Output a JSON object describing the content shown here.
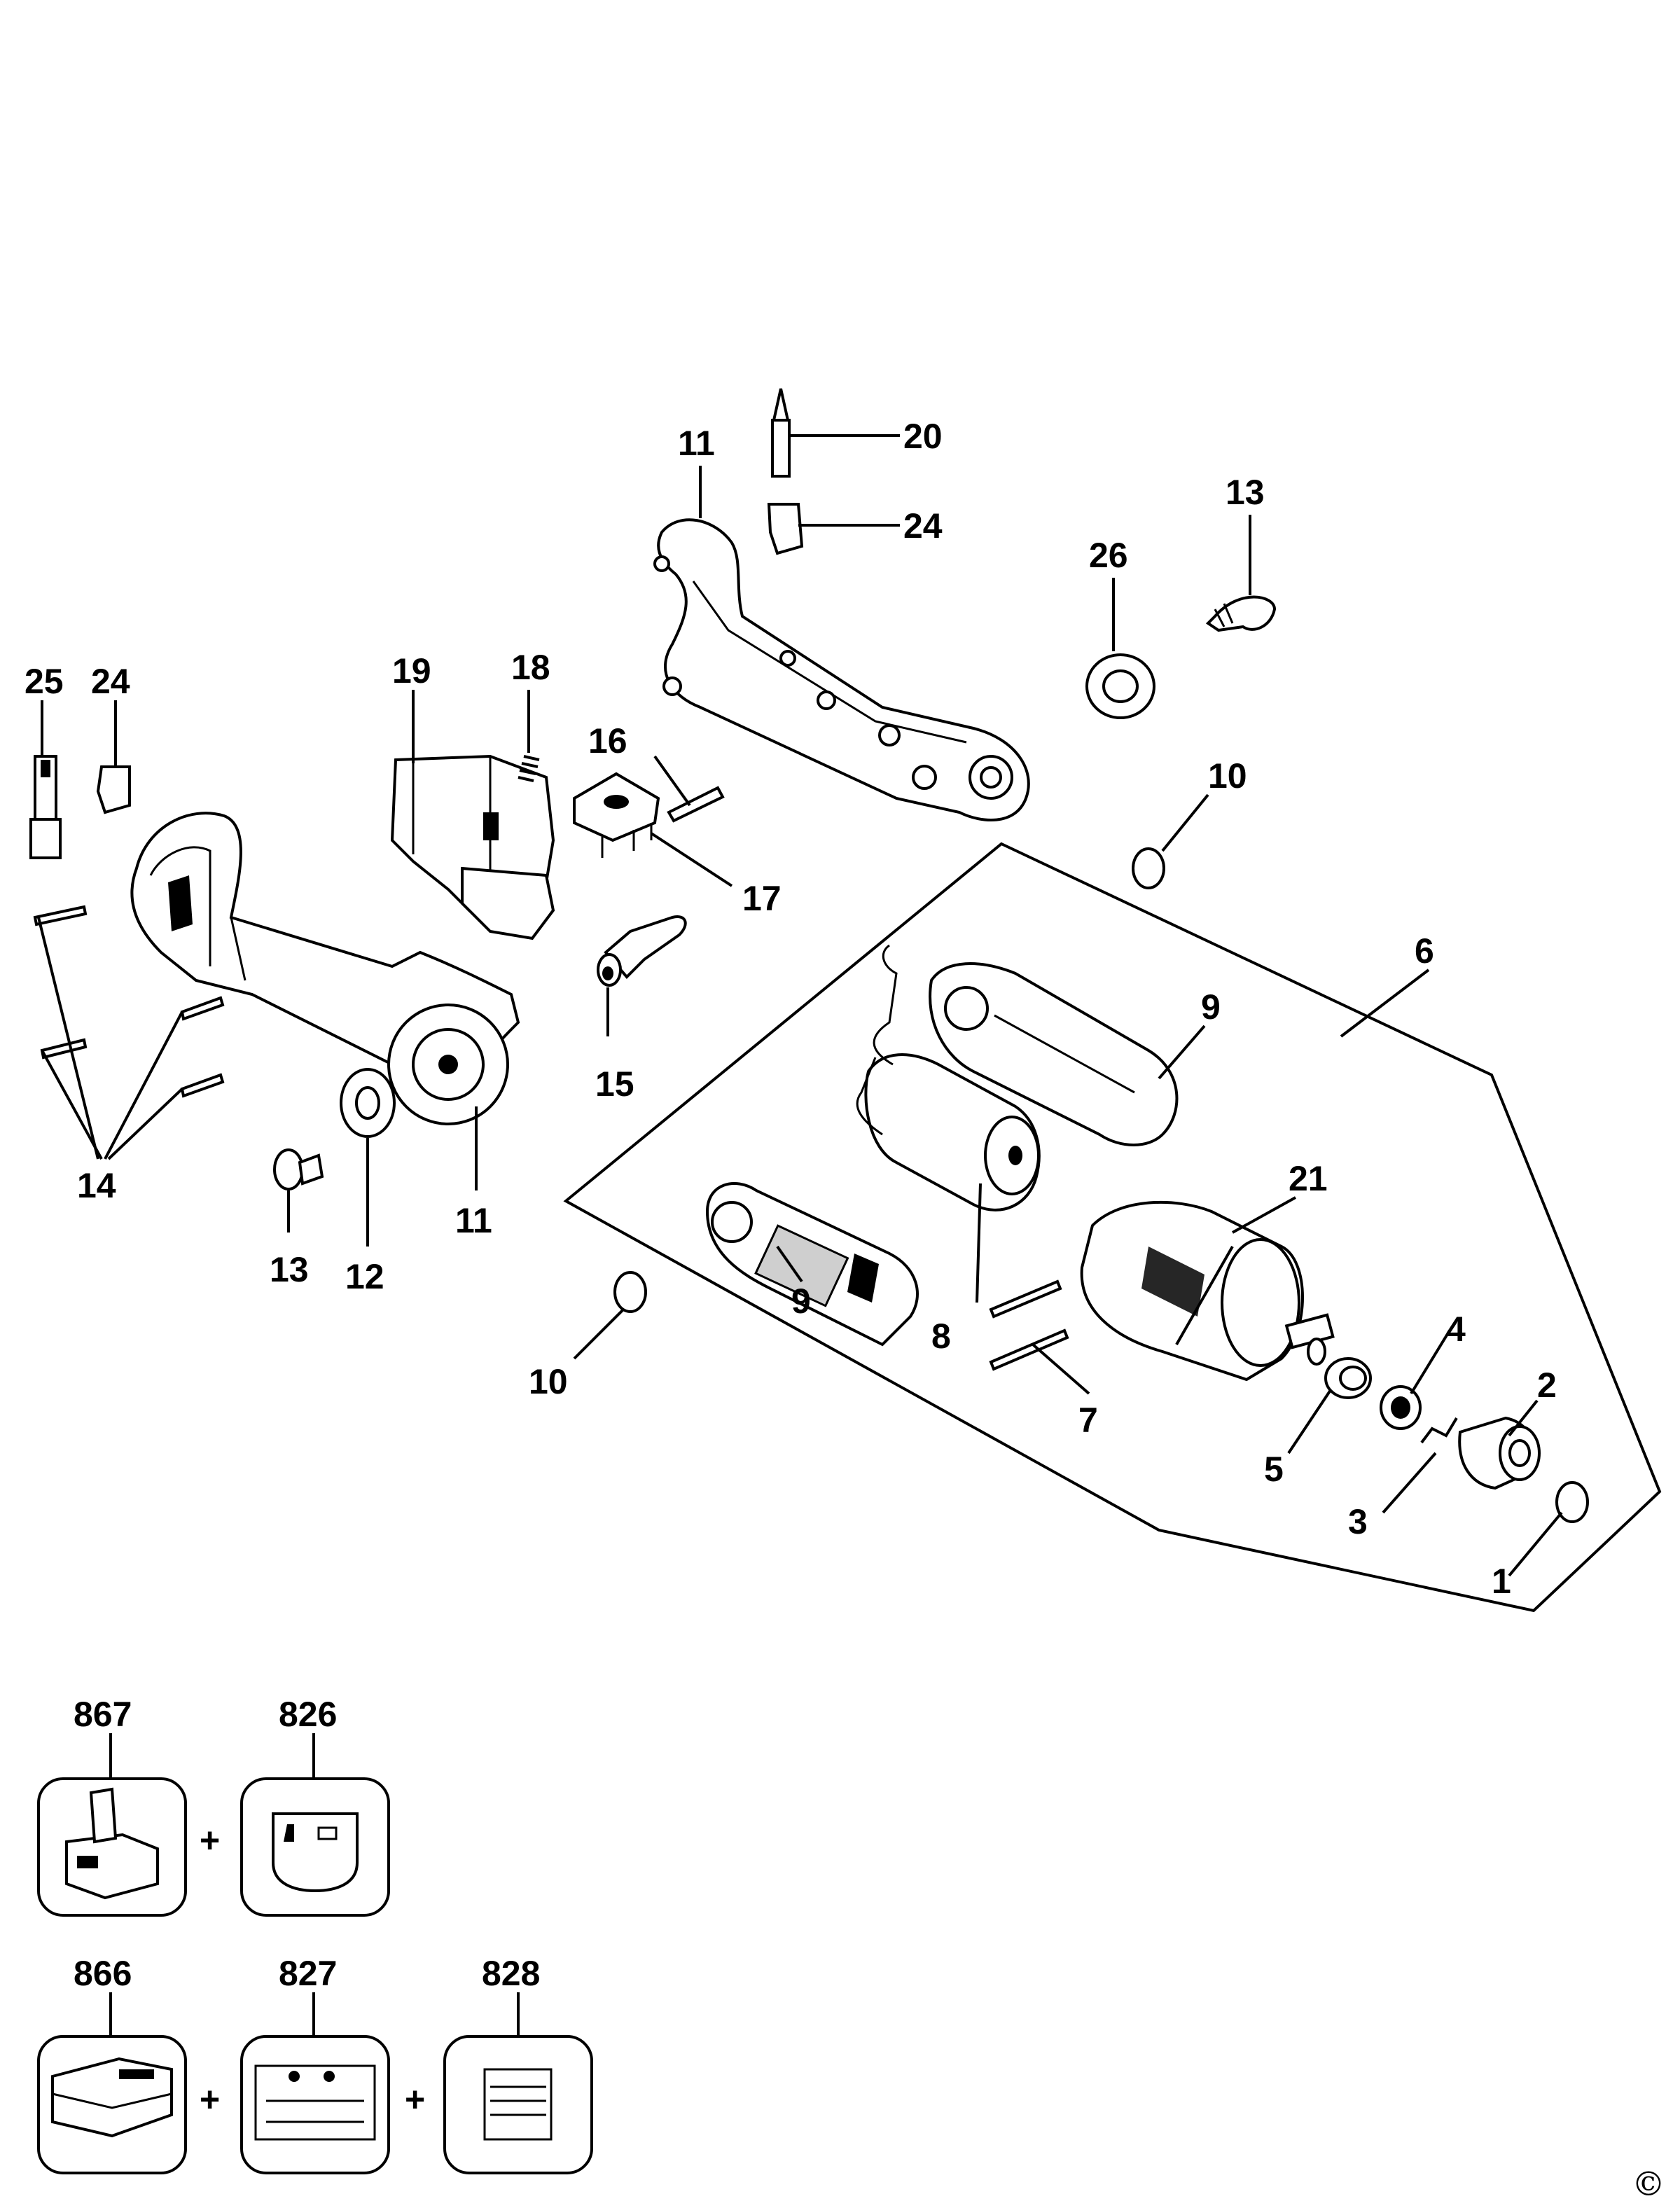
{
  "labels": {
    "p1": "1",
    "p2": "2",
    "p3": "3",
    "p4": "4",
    "p5": "5",
    "p6": "6",
    "p7": "7",
    "p8": "8",
    "p9a": "9",
    "p9b": "9",
    "p10a": "10",
    "p10b": "10",
    "p11a": "11",
    "p11b": "11",
    "p12": "12",
    "p13a": "13",
    "p13b": "13",
    "p14": "14",
    "p15": "15",
    "p16": "16",
    "p17": "17",
    "p18": "18",
    "p19": "19",
    "p20": "20",
    "p21": "21",
    "p24a": "24",
    "p24b": "24",
    "p25": "25",
    "p26": "26",
    "k867": "867",
    "k826": "826",
    "k866": "866",
    "k827": "827",
    "k828": "828"
  },
  "plus_signs": [
    "+",
    "+",
    "+"
  ],
  "copyright": "©"
}
